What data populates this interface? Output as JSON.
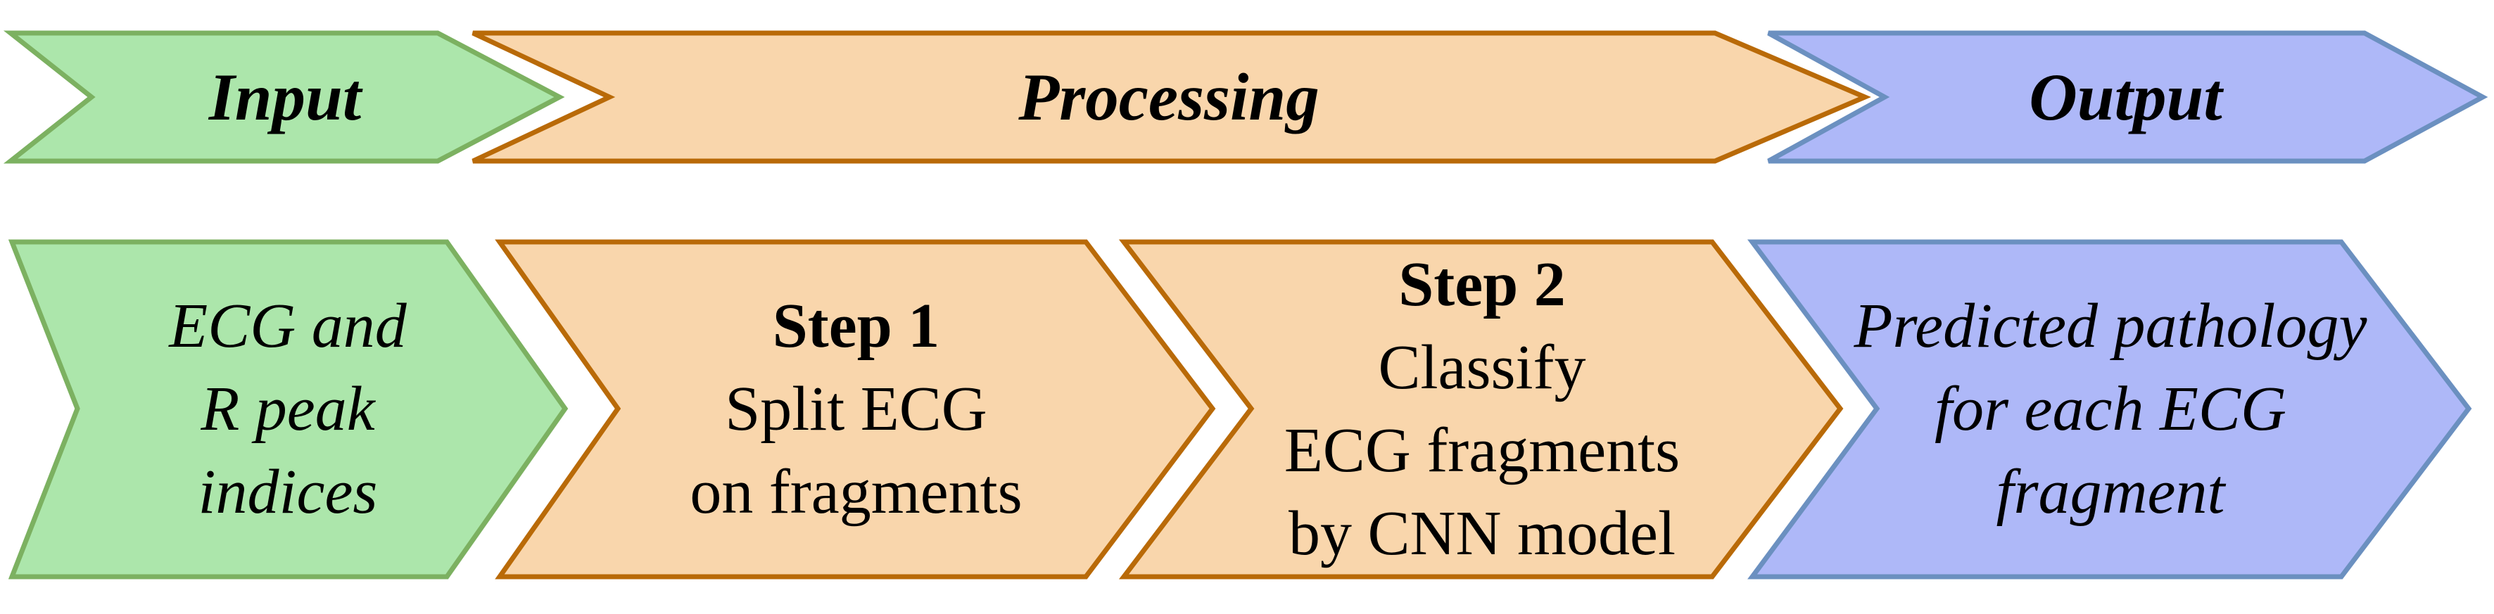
{
  "diagram": {
    "titles": {
      "input": "Input",
      "processing": "Processing",
      "output": "Output"
    },
    "blocks": {
      "input": {
        "lines": [
          "ECG and",
          "R peak",
          "indices"
        ]
      },
      "step1": {
        "title": "Step 1",
        "lines": [
          "Split ECG",
          "on fragments"
        ]
      },
      "step2": {
        "title": "Step 2",
        "lines": [
          "Classify",
          "ECG fragments",
          "by CNN model"
        ]
      },
      "output": {
        "lines": [
          "Predicted pathology",
          "for each ECG",
          "fragment"
        ]
      }
    },
    "colors": {
      "green_fill": "#ace6ab",
      "green_border": "#7cb161",
      "orange_fill": "#f9d6ac",
      "orange_border": "#b96a08",
      "blue_fill": "#aeb8f8",
      "blue_border": "#6b90c0"
    }
  }
}
